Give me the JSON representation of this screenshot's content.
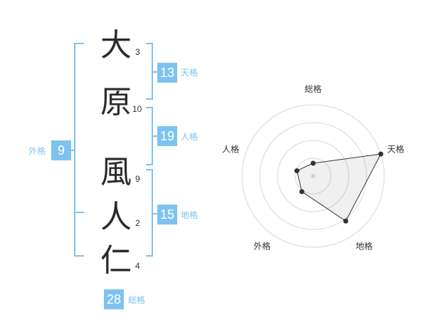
{
  "name": {
    "characters": [
      {
        "char": "大",
        "strokes": "3"
      },
      {
        "char": "原",
        "strokes": "10"
      },
      {
        "char": "風",
        "strokes": "9"
      },
      {
        "char": "人",
        "strokes": "2"
      },
      {
        "char": "仁",
        "strokes": "4"
      }
    ]
  },
  "fortune": {
    "tenkaku": {
      "label": "天格",
      "value": "13"
    },
    "jinkaku": {
      "label": "人格",
      "value": "19"
    },
    "chikaku": {
      "label": "地格",
      "value": "15"
    },
    "gaikaku": {
      "label": "外格",
      "value": "9"
    },
    "soukaku": {
      "label": "総格",
      "value": "28"
    }
  },
  "colors": {
    "accent": "#7ec3ee",
    "text": "#2b2b2b"
  },
  "chart_data": {
    "type": "radar",
    "axes": [
      "総格",
      "天格",
      "地格",
      "外格",
      "人格"
    ],
    "values": [
      0.18,
      1.0,
      0.78,
      0.27,
      0.24
    ],
    "rings": 4,
    "max": 1.0
  }
}
